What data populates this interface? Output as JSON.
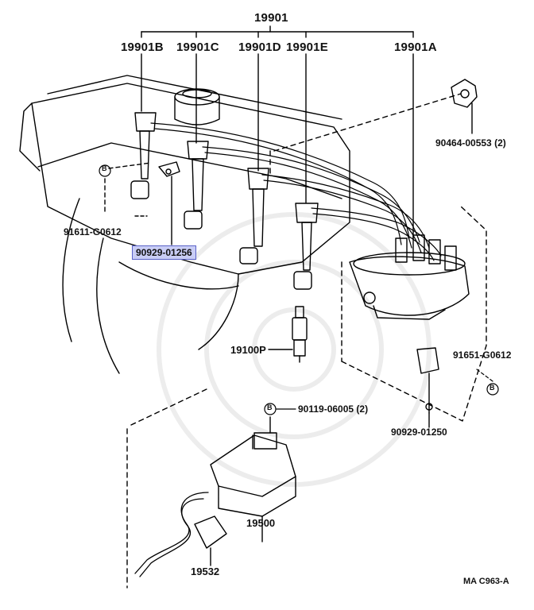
{
  "diagram": {
    "parts": {
      "p19901": "19901",
      "p19901B": "19901B",
      "p19901C": "19901C",
      "p19901D": "19901D",
      "p19901E": "19901E",
      "p19901A": "19901A",
      "p90464": "90464-00553 (2)",
      "p91611": "91611-G0612",
      "p90929_01256": "90929-01256",
      "p19100P": "19100P",
      "p91651": "91651-G0612",
      "p90119": "90119-06005 (2)",
      "p90929_01250": "90929-01250",
      "p19500": "19500",
      "p19532": "19532"
    },
    "highlighted_part": "90929-01256",
    "bolt_marker": "B",
    "figure_code": "MA C963-A"
  }
}
